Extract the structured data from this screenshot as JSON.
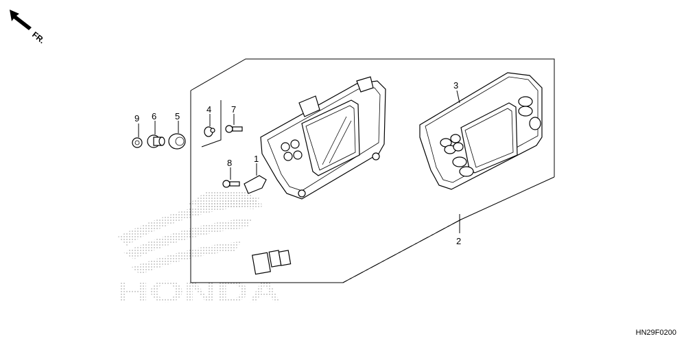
{
  "direction_label": "FR.",
  "watermark_text": "HONDA",
  "diagram_code": "HN29F0200",
  "callouts": [
    {
      "id": "1",
      "label": "1"
    },
    {
      "id": "2",
      "label": "2"
    },
    {
      "id": "3",
      "label": "3"
    },
    {
      "id": "4",
      "label": "4"
    },
    {
      "id": "5",
      "label": "5"
    },
    {
      "id": "6",
      "label": "6"
    },
    {
      "id": "7",
      "label": "7"
    },
    {
      "id": "8",
      "label": "8"
    },
    {
      "id": "9",
      "label": "9"
    }
  ]
}
